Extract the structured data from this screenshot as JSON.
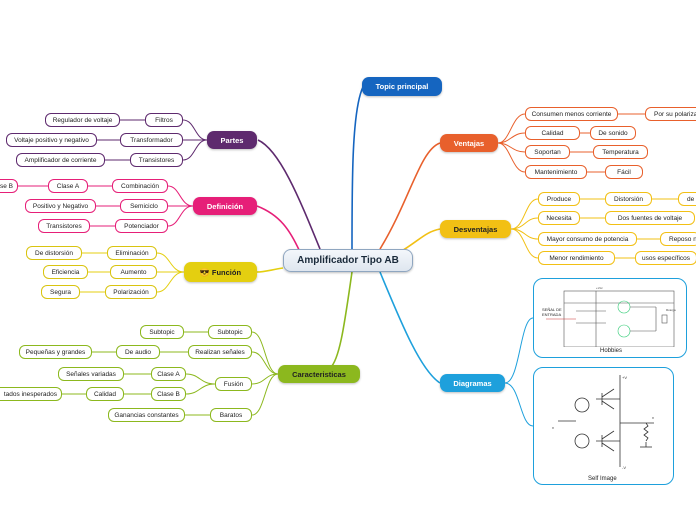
{
  "central": "Amplificador Tipo AB",
  "topic_principal": "Topic principal",
  "ventajas": {
    "title": "Ventajas",
    "items": [
      {
        "label": "Consumen menos corriente",
        "child": "Por su polarización"
      },
      {
        "label": "Calidad",
        "child": "De sonido"
      },
      {
        "label": "Soportan",
        "child": "Temperatura"
      },
      {
        "label": "Mantenimiento",
        "child": "Fácil"
      }
    ]
  },
  "desventajas": {
    "title": "Desventajas",
    "items": [
      {
        "label": "Produce",
        "child": "Distorsión",
        "grandchild": "de"
      },
      {
        "label": "Necesita",
        "child": "Dos fuentes de voltaje"
      },
      {
        "label": "Mayor consumo de potencia",
        "child": "Reposo n"
      },
      {
        "label": "Menor rendimiento",
        "child": "usos específicos"
      }
    ]
  },
  "diagramas": {
    "title": "Diagramas",
    "images": [
      {
        "caption": "Hobbies",
        "label_signal": "SEÑAL DE ENTRADA"
      },
      {
        "caption": "Self Image"
      }
    ]
  },
  "partes": {
    "title": "Partes",
    "items": [
      {
        "label": "Filtros",
        "child": "Regulador de voltaje"
      },
      {
        "label": "Transformador",
        "child": "Voltaje positivo y negativo"
      },
      {
        "label": "Transistores",
        "child": "Amplificador de corriente"
      }
    ]
  },
  "definicion": {
    "title": "Definición",
    "items": [
      {
        "label": "Combinación",
        "child": "Clase A",
        "grandchild": "se B"
      },
      {
        "label": "Semiciclo",
        "child": "Positivo y Negativo"
      },
      {
        "label": "Potenciador",
        "child": "Transistores"
      }
    ]
  },
  "funcion": {
    "title": "Función",
    "icon": "sunglasses-emoji-icon",
    "items": [
      {
        "label": "Eliminación",
        "child": "De distorsión"
      },
      {
        "label": "Aumento",
        "child": "Eficiencia"
      },
      {
        "label": "Polarización",
        "child": "Segura"
      }
    ]
  },
  "caracteristicas": {
    "title": "Caracteristicas",
    "items": [
      {
        "label": "Subtopic",
        "child": "Subtopic"
      },
      {
        "label": "Realizan señales",
        "child": "De audio",
        "grandchild": "Pequeñas y grandes"
      },
      {
        "label": "Fusión",
        "children": [
          {
            "label": "Clase A",
            "child": "Señales variadas"
          },
          {
            "label": "Clase B",
            "child": "Calidad",
            "grandchild": "tados inesperados"
          }
        ]
      },
      {
        "label": "Baratos",
        "child": "Ganancias constantes"
      }
    ]
  },
  "colors": {
    "ventajas": "#e8602c",
    "desventajas": "#f2c014",
    "diagramas": "#1ea0dc",
    "topic_principal": "#1565c0",
    "partes": "#5e2a6e",
    "definicion": "#e61f78",
    "funcion": "#e4cf10",
    "caracteristicas": "#8cb81e"
  }
}
